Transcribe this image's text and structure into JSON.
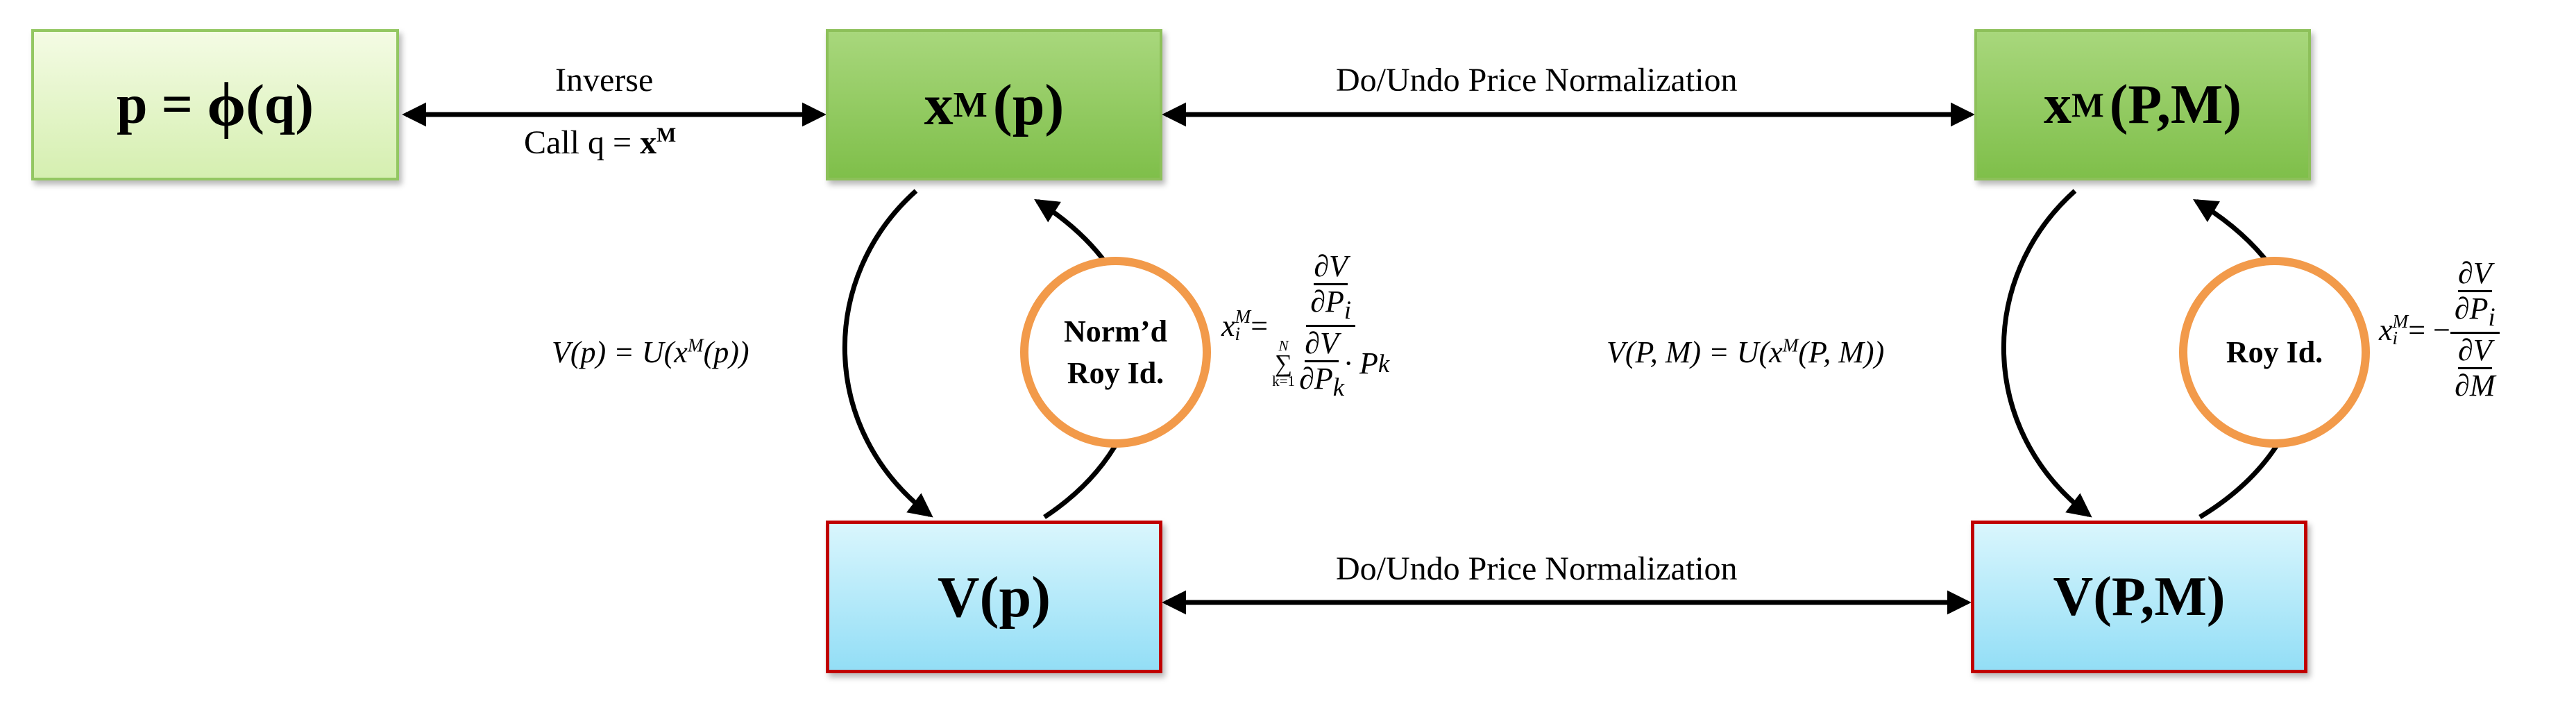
{
  "nodes": {
    "phi": {
      "lhs": "p = ",
      "phi": "ϕ",
      "rhs": "(q)"
    },
    "xm_p": {
      "base": "x",
      "sup": "M",
      "args": "(p)"
    },
    "xm_pm": {
      "base": "x",
      "sup": "M",
      "args": "(P,M)"
    },
    "v_p": {
      "text": "V(p)"
    },
    "v_pm": {
      "text": "V(P,M)"
    }
  },
  "labels": {
    "inverse": "Inverse",
    "call_prefix": "Call q = ",
    "call_x": "x",
    "call_sup": "M",
    "do_undo_top": "Do/Undo Price Normalization",
    "do_undo_bottom": "Do/Undo Price Normalization"
  },
  "circles": {
    "normd_line1": "Norm’d",
    "normd_line2": "Roy Id.",
    "roy": "Roy Id."
  },
  "equations": {
    "v_left_a": "V(p) = U(x",
    "v_left_sup": "M",
    "v_left_b": "(p))",
    "v_right_a": "V(P, M) = U(x",
    "v_right_sup": "M",
    "v_right_b": "(P, M))",
    "xi": "x",
    "xi_sub": "i",
    "xi_sup": "M",
    "eq_sign": " = ",
    "eq_neg": " = −",
    "dV": "∂V",
    "dPi": "∂P",
    "dPi_sub": "i",
    "sum_top": "N",
    "sum_sym": "∑",
    "sum_bottom": "k=1",
    "dPk": "∂P",
    "dPk_sub": "k",
    "dot_Pk": " · P",
    "dot_Pk_sub": "k",
    "dM": "∂M"
  },
  "colors": {
    "green_box": "#7fbf4a",
    "light_green_box": "#d5efb0",
    "blue_box": "#93def6",
    "red_border": "#c00000",
    "orange_circle": "#f29a4a"
  }
}
